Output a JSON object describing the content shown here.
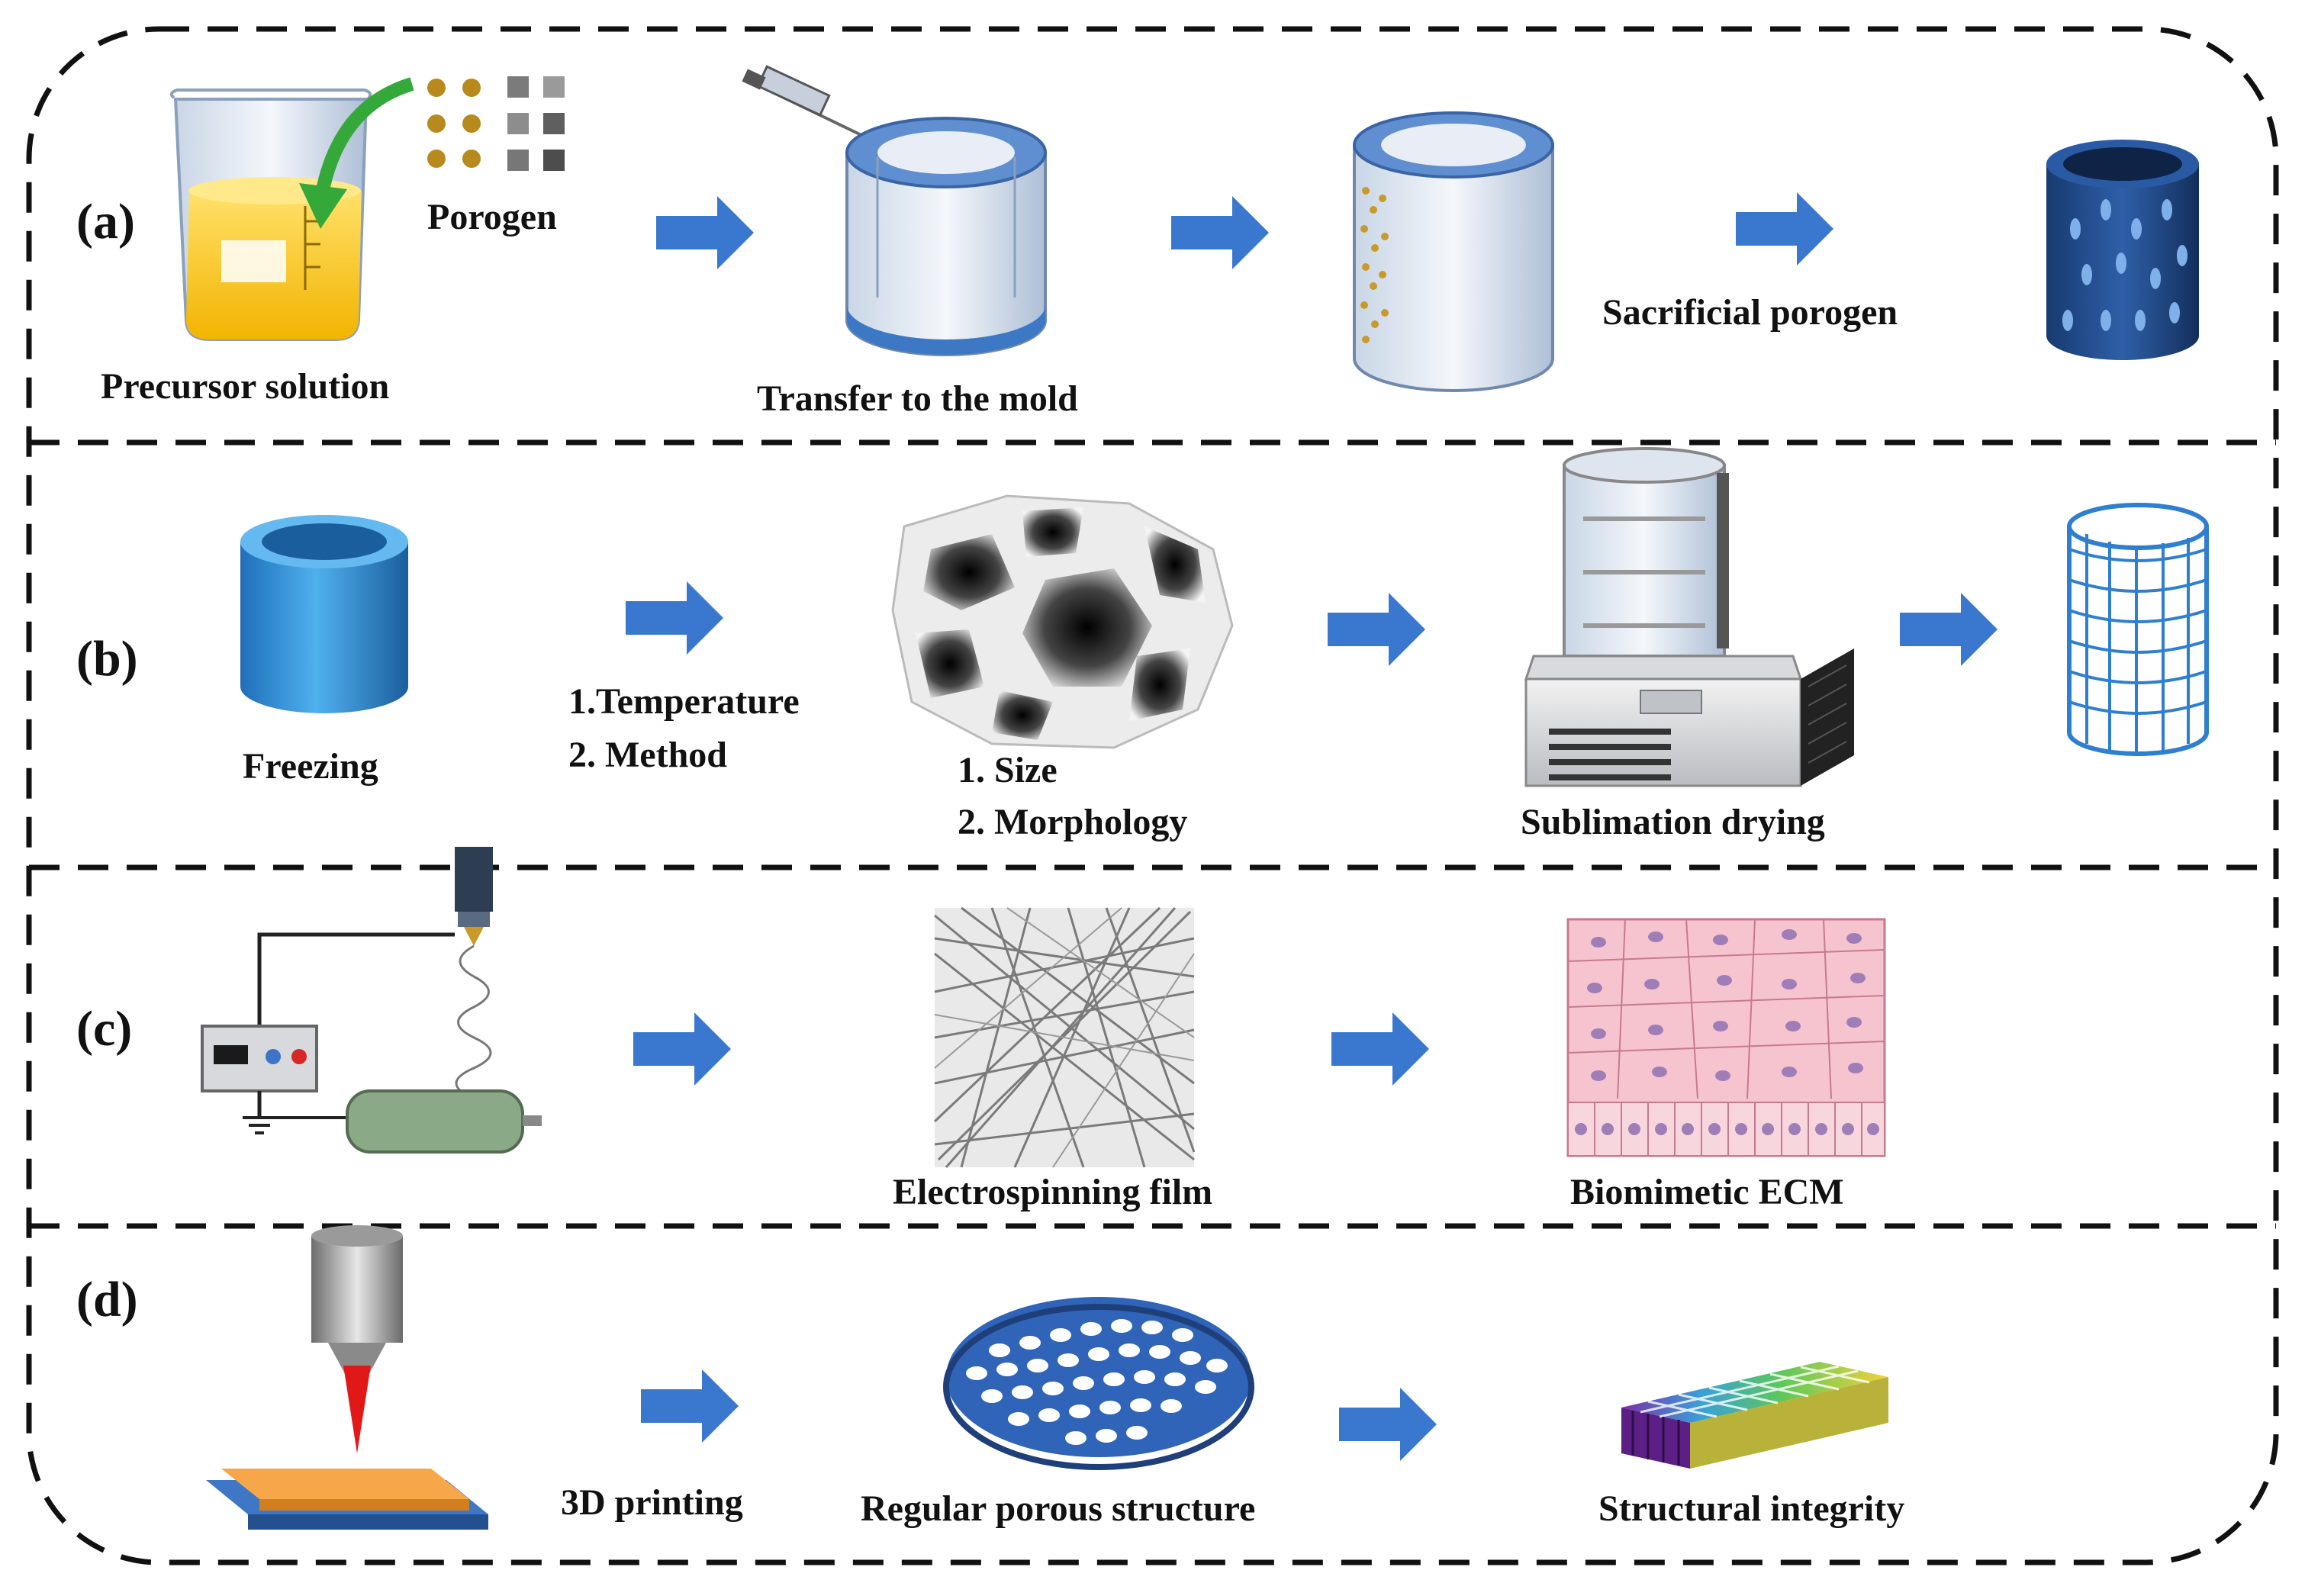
{
  "panels": {
    "a": {
      "label": "(a)",
      "porogen": "Porogen",
      "precursor": "Precursor solution",
      "transfer": "Transfer to the mold",
      "sacrificial": "Sacrificial porogen"
    },
    "b": {
      "label": "(b)",
      "freezing": "Freezing",
      "param1": "1.Temperature",
      "param2": "2. Method",
      "size": "1. Size",
      "morph": "2. Morphology",
      "drying": "Sublimation drying"
    },
    "c": {
      "label": "(c)",
      "film": "Electrospinning film",
      "ecm": "Biomimetic ECM"
    },
    "d": {
      "label": "(d)",
      "printing": "3D printing",
      "regular": "Regular porous structure",
      "integrity": "Structural integrity"
    }
  },
  "colors": {
    "arrow": "#3a78cf",
    "cylinder": "#2f8fd8",
    "dark_cylinder": "#1f4a8a",
    "liquid": "#f6c400",
    "ecm_pink": "#f5c4cf"
  }
}
